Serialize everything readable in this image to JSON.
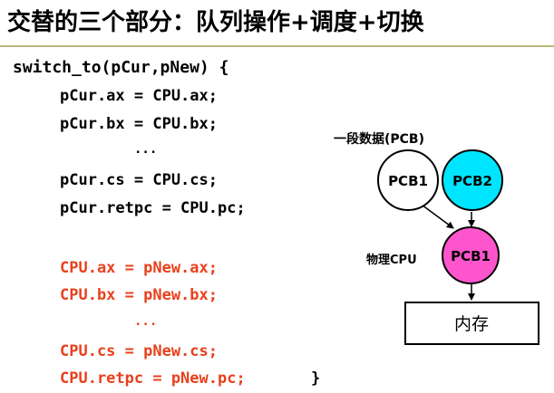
{
  "title": "交替的三个部分：队列操作+调度+切换",
  "code": {
    "header": "switch_to(pCur,pNew) {",
    "save_lines": [
      "pCur.ax = CPU.ax;",
      "pCur.bx = CPU.bx;",
      "...",
      "pCur.cs = CPU.cs;",
      "pCur.retpc = CPU.pc;"
    ],
    "restore_lines": [
      "CPU.ax = pNew.ax;",
      "CPU.bx = pNew.bx;",
      "...",
      "CPU.cs = pNew.cs;",
      "CPU.retpc = pNew.pc;"
    ],
    "closing_brace": "}"
  },
  "diagram": {
    "pcb_group_label": "一段数据(PCB)",
    "pcb1_label": "PCB1",
    "pcb2_label": "PCB2",
    "cpu_label": "物理CPU",
    "cpu_pcb_label": "PCB1",
    "memory_label": "内存",
    "colors": {
      "pcb1_fill": "#ffffff",
      "pcb2_fill": "#00e5ff",
      "cpu_pcb_fill": "#ff55cc",
      "code_red": "#e8401c"
    }
  }
}
